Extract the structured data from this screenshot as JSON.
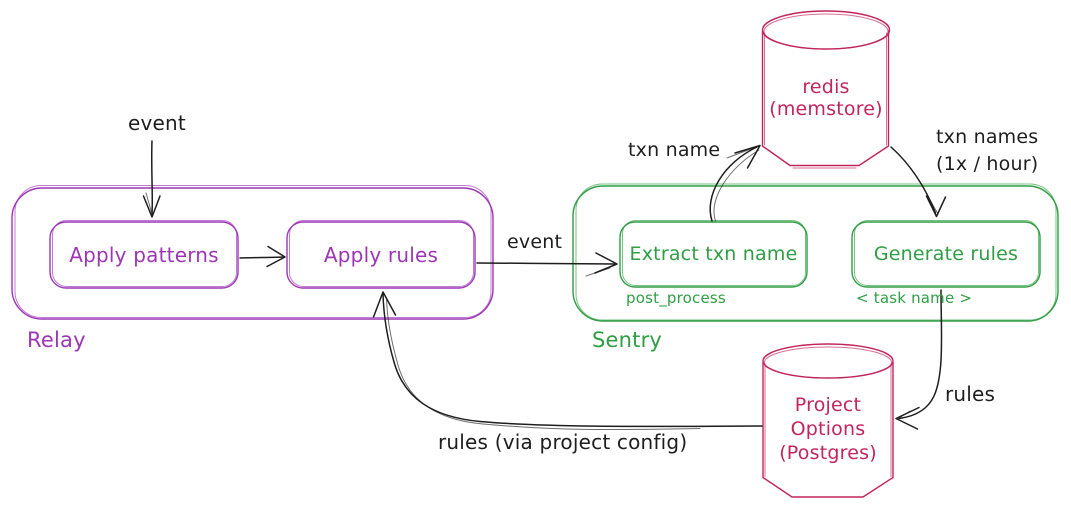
{
  "colors": {
    "purple": "#9c36b5",
    "green": "#2f9e44",
    "crimson": "#c2255c",
    "ink": "#1e1e1e"
  },
  "relay": {
    "label": "Relay",
    "apply_patterns": "Apply patterns",
    "apply_rules": "Apply rules"
  },
  "sentry": {
    "label": "Sentry",
    "extract_txn_name": "Extract txn name",
    "extract_sub": "post_process",
    "generate_rules": "Generate rules",
    "generate_sub": "< task name >"
  },
  "redis": {
    "line1": "redis",
    "line2": "(memstore)"
  },
  "project_options": {
    "line1": "Project",
    "line2": "Options",
    "line3": "(Postgres)"
  },
  "edges": {
    "event_in": "event",
    "event_mid": "event",
    "txn_name": "txn name",
    "txn_names_line1": "txn names",
    "txn_names_line2": "(1x / hour)",
    "rules": "rules",
    "rules_via_project_config": "rules (via project config)"
  }
}
